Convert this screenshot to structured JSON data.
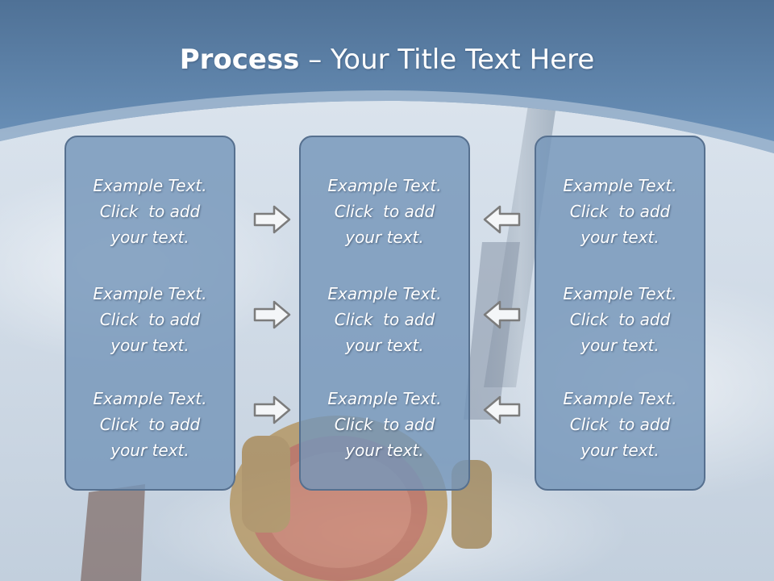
{
  "slide": {
    "title_bold": "Process",
    "title_rest": " – Your Title Text Here"
  },
  "panels": [
    {
      "items": [
        {
          "line1": "Example Text.",
          "line2": "Click  to add",
          "line3": "your text."
        },
        {
          "line1": "Example Text.",
          "line2": "Click  to add",
          "line3": "your text."
        },
        {
          "line1": "Example Text.",
          "line2": "Click  to add",
          "line3": "your text."
        }
      ]
    },
    {
      "items": [
        {
          "line1": "Example Text.",
          "line2": "Click  to add",
          "line3": "your text."
        },
        {
          "line1": "Example Text.",
          "line2": "Click  to add",
          "line3": "your text."
        },
        {
          "line1": "Example Text.",
          "line2": "Click  to add",
          "line3": "your text."
        }
      ]
    },
    {
      "items": [
        {
          "line1": "Example Text.",
          "line2": "Click  to add",
          "line3": "your text."
        },
        {
          "line1": "Example Text.",
          "line2": "Click  to add",
          "line3": "your text."
        },
        {
          "line1": "Example Text.",
          "line2": "Click  to add",
          "line3": "your text."
        }
      ]
    }
  ],
  "arrows": {
    "left_column": [
      "right-arrow-icon",
      "right-arrow-icon",
      "right-arrow-icon"
    ],
    "right_column": [
      "left-arrow-icon",
      "left-arrow-icon",
      "left-arrow-icon"
    ]
  },
  "colors": {
    "header_band": "#5f86ad",
    "panel_fill": "#7596ba",
    "panel_border": "#56708f",
    "text": "#ffffff"
  }
}
